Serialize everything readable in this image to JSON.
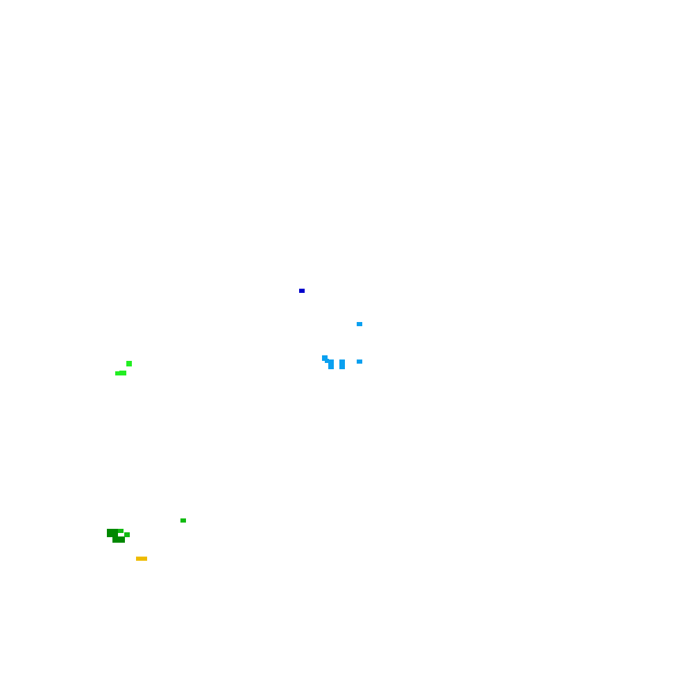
{
  "palette": {
    "background": "#ffffff",
    "dark_blue": "#0000cc",
    "sky_blue": "#0aa0f0",
    "lime": "#22ee22",
    "bright_green": "#11bb11",
    "dark_green": "#008800",
    "yellow": "#eebb00"
  },
  "clusters": [
    {
      "name": "dark-blue-pixel",
      "color_key": "dark_blue"
    },
    {
      "name": "sky-blue-pixel",
      "color_key": "sky_blue"
    },
    {
      "name": "sky-blue-group",
      "color_key": "sky_blue"
    },
    {
      "name": "lime-group",
      "color_key": "lime"
    },
    {
      "name": "green-pixel",
      "color_key": "bright_green"
    },
    {
      "name": "dark-green-group",
      "color_key": "dark_green"
    },
    {
      "name": "yellow-pixel",
      "color_key": "yellow"
    }
  ]
}
